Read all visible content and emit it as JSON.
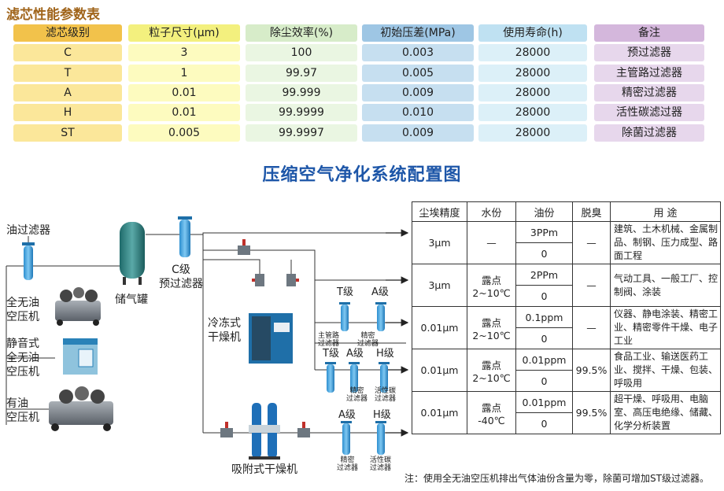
{
  "spec": {
    "title": "滤芯性能参数表",
    "headers": [
      "滤芯级别",
      "粒子尺寸(μm)",
      "除尘效率(%)",
      "初始压差(MPa)",
      "使用寿命(h)",
      "备注"
    ],
    "rows": [
      [
        "C",
        "3",
        "100",
        "0.003",
        "28000",
        "预过滤器"
      ],
      [
        "T",
        "1",
        "99.97",
        "0.005",
        "28000",
        "主管路过滤器"
      ],
      [
        "A",
        "0.01",
        "99.999",
        "0.009",
        "28000",
        "精密过滤器"
      ],
      [
        "H",
        "0.01",
        "99.9999",
        "0.010",
        "28000",
        "活性碳滤过器"
      ],
      [
        "ST",
        "0.005",
        "99.9997",
        "0.009",
        "28000",
        "除菌过滤器"
      ]
    ]
  },
  "diagram": {
    "title": "压缩空气净化系统配置图",
    "labels": {
      "oil_filter": "油过滤器",
      "oilfree_comp": "全无油\n空压机",
      "silent_comp": "静音式\n全无油\n空压机",
      "oiled_comp": "有油\n空压机",
      "tank": "储气罐",
      "c_filter": "C级\n预过滤器",
      "refrig_dryer": "冷冻式\n干燥机",
      "adsorb_dryer": "吸附式干燥机",
      "t1": "T级",
      "a1": "A级",
      "main_filter": "主管路\n过滤器",
      "prec_filter": "精密\n过滤器",
      "t2": "T级",
      "a2": "A级",
      "h2": "H级",
      "prec_filter2": "精密\n过滤器",
      "carbon_filter2": "活性碳\n过滤器",
      "a3": "A级",
      "h3": "H级",
      "prec_filter3": "精密\n过滤器",
      "carbon_filter3": "活性碳\n过滤器"
    }
  },
  "config": {
    "headers": [
      "尘埃精度",
      "水份",
      "油份",
      "脱臭",
      "用  途"
    ],
    "rows": [
      {
        "dust": "3μm",
        "water": "—",
        "oil_top": "3PPm",
        "oil_bottom": "0",
        "odor": "—",
        "use": "建筑、土木机械、金属制品、制钢、压力成型、路面工程"
      },
      {
        "dust": "3μm",
        "water": "露点\n2~10℃",
        "oil_top": "2PPm",
        "oil_bottom": "0",
        "odor": "—",
        "use": "气动工具、一般工厂、控制阀、涂装"
      },
      {
        "dust": "0.01μm",
        "water": "露点\n2~10℃",
        "oil_top": "0.1ppm",
        "oil_bottom": "0",
        "odor": "—",
        "use": "仪器、静电涂装、精密工业、精密零件干燥、电子工业"
      },
      {
        "dust": "0.01μm",
        "water": "露点\n2~10℃",
        "oil_top": "0.01ppm",
        "oil_bottom": "0",
        "odor": "99.5%",
        "use": "食品工业、输送医药工业、搅拌、干燥、包装、呼吸用"
      },
      {
        "dust": "0.01μm",
        "water": "露点\n-40℃",
        "oil_top": "0.01ppm",
        "oil_bottom": "0",
        "odor": "99.5%",
        "use": "超干燥、呼吸用、电脑室、高压电绝缘、储藏、化学分析装置"
      }
    ],
    "note": "注：使用全无油空压机排出气体油份含量为零，除菌可增加ST级过滤器。"
  }
}
